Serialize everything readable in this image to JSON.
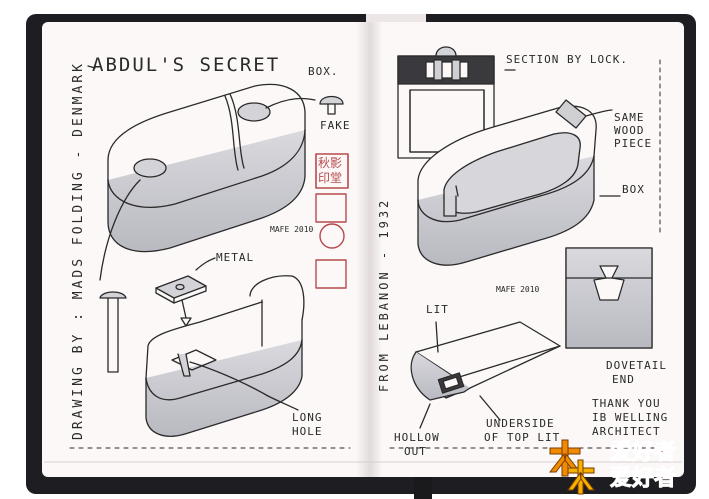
{
  "sketch": {
    "title": "ABDUL'S SECRET",
    "title_suffix": "BOX.",
    "credit_vertical": "DRAWING BY : MADS FOLDING - DENMARK",
    "origin_vertical": "FROM LEBANON - 1932",
    "section_label": "SECTION BY LOCK.",
    "labels": {
      "fake": "FAKE",
      "metal": "METAL",
      "long_hole_1": "LONG",
      "long_hole_2": "HOLE",
      "same_wood_1": "SAME",
      "same_wood_2": "WOOD",
      "same_wood_3": "PIECE",
      "box": "BOX",
      "lit": "LIT",
      "dovetail_1": "DOVETAIL",
      "dovetail_2": "END",
      "hollow_1": "HOLLOW",
      "hollow_2": "OUT",
      "underside_1": "UNDERSIDE",
      "underside_2": "OF TOP LIT",
      "thanks_1": "THANK YOU",
      "thanks_2": "IB WELLING",
      "thanks_3": "ARCHITECT"
    },
    "signatures": [
      "MAFE 2010",
      "MAFE 2010"
    ],
    "stamp_chars": [
      "秋",
      "影",
      "印",
      "堂"
    ]
  },
  "watermark": {
    "text": "木木爱好者",
    "text_top": "爱好者",
    "text_bottom": "爱好者"
  },
  "colors": {
    "paper": "#fbf8f7",
    "ink": "#2a2a2a",
    "shade": "#c9c9cf",
    "stamp": "#b84a4e",
    "cover": "#1e1e22",
    "watermark_orange": "#f08a00",
    "watermark_red": "#d81c1c"
  }
}
